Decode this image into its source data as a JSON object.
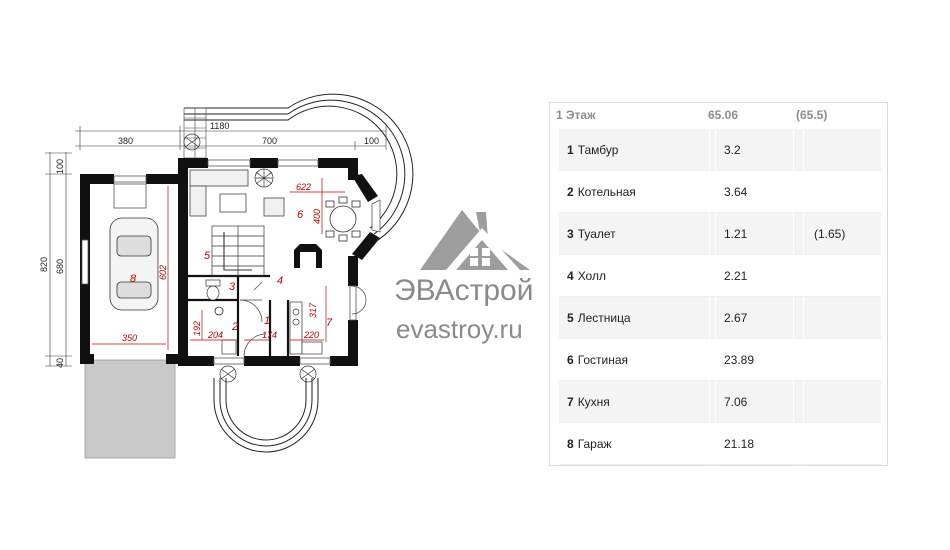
{
  "plan": {
    "dims": {
      "top_1180": "1180",
      "top_380": "380",
      "top_700": "700",
      "top_100": "100",
      "left_820": "820",
      "left_680": "680",
      "left_100": "100",
      "left_40": "40",
      "in_622": "622",
      "in_400": "400",
      "in_602": "602",
      "in_317": "317",
      "in_350": "350",
      "in_192": "192",
      "in_204": "204",
      "in_174": "174",
      "in_220": "220"
    },
    "rooms": [
      "1",
      "2",
      "3",
      "4",
      "5",
      "6",
      "7",
      "8"
    ]
  },
  "watermark": {
    "brand": "ЭВАстрой",
    "site": "evastroy.ru"
  },
  "areas": {
    "floor_label": "1 Этаж",
    "total": "65.06",
    "total_alt": "(65.5)",
    "rows": [
      {
        "num": "1",
        "name": "Тамбур",
        "area": "3.2",
        "alt": ""
      },
      {
        "num": "2",
        "name": "Котельная",
        "area": "3.64",
        "alt": ""
      },
      {
        "num": "3",
        "name": "Туалет",
        "area": "1.21",
        "alt": "(1.65)"
      },
      {
        "num": "4",
        "name": "Холл",
        "area": "2.21",
        "alt": ""
      },
      {
        "num": "5",
        "name": "Лестница",
        "area": "2.67",
        "alt": ""
      },
      {
        "num": "6",
        "name": "Гостиная",
        "area": "23.89",
        "alt": ""
      },
      {
        "num": "7",
        "name": "Кухня",
        "area": "7.06",
        "alt": ""
      },
      {
        "num": "8",
        "name": "Гараж",
        "area": "21.18",
        "alt": ""
      }
    ]
  }
}
